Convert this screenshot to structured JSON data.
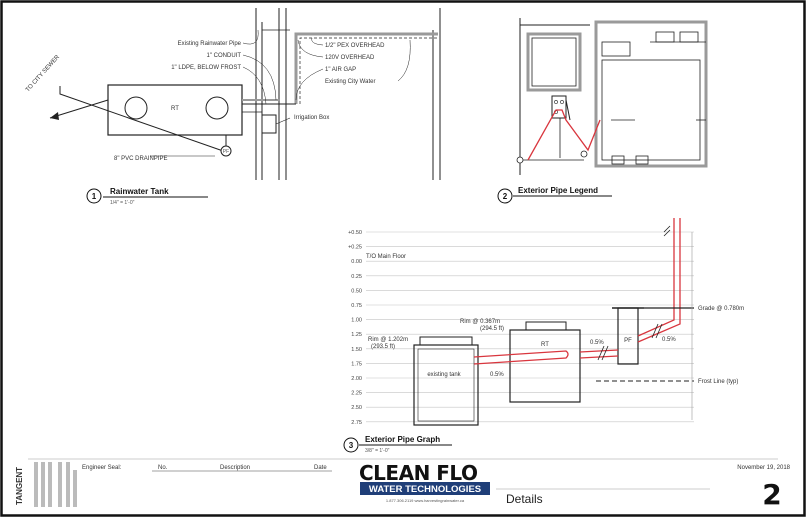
{
  "detail1": {
    "number": "1",
    "title": "Rainwater Tank",
    "scale": "1/4\" = 1'-0\"",
    "tank_label": "RT",
    "labels": {
      "rainwater_pipe": "Existing Rainwater Pipe",
      "conduit": "1\" CONDUIT",
      "ldpe": "1\" LDPE, BELOW FROST",
      "pex": "1/2\" PEX OVERHEAD",
      "overhead_120v": "120V OVERHEAD",
      "air_gap": "1\" AIR GAP",
      "city_water": "Existing City Water",
      "irrigation_box": "Irrigation Box",
      "to_city_sewer": "TO CITY SEWER",
      "drainpipe": "8\" PVC DRAINPIPE",
      "pf": "PF"
    }
  },
  "detail2": {
    "number": "2",
    "title": "Exterior Pipe Legend"
  },
  "detail3": {
    "number": "3",
    "title": "Exterior Pipe Graph",
    "scale": "3/8\" = 1'-0\"",
    "depth_ticks": [
      "+0.50",
      "+0.25",
      "0.00",
      "0.25",
      "0.50",
      "0.75",
      "1.00",
      "1.25",
      "1.50",
      "1.75",
      "2.00",
      "2.25",
      "2.50",
      "2.75"
    ],
    "labels": {
      "main_floor": "T/O Main Floor",
      "rim_rt": "Rim @ 0.367m",
      "rim_rt_ft": "(294.5 ft)",
      "rim_existing": "Rim @ 1.202m",
      "rim_existing_ft": "(293.5 ft)",
      "existing_tank": "existing tank",
      "rt": "RT",
      "pf": "PF",
      "slope_a": "0.5%",
      "slope_b": "0.5%",
      "slope_c": "0.5%",
      "grade": "Grade @ 0.780m",
      "frost": "Frost Line (typ)"
    }
  },
  "title_block": {
    "engineer_seal": "Engineer Seal:",
    "col_no": "No.",
    "col_description": "Description",
    "col_date": "Date",
    "brand_top": "CLEAN FLO",
    "brand_bottom": "WATER TECHNOLOGIES",
    "brand_contact": "1.877.306.2119    www.harvestingrainwater.ca",
    "sheet_title": "Details",
    "date": "November 19, 2018",
    "sheet_number": "2",
    "side_brand": "TANGENT"
  },
  "colors": {
    "pipe_red": "#d9363e",
    "wall_gray": "#9a9a9a",
    "line_dark": "#222222"
  }
}
